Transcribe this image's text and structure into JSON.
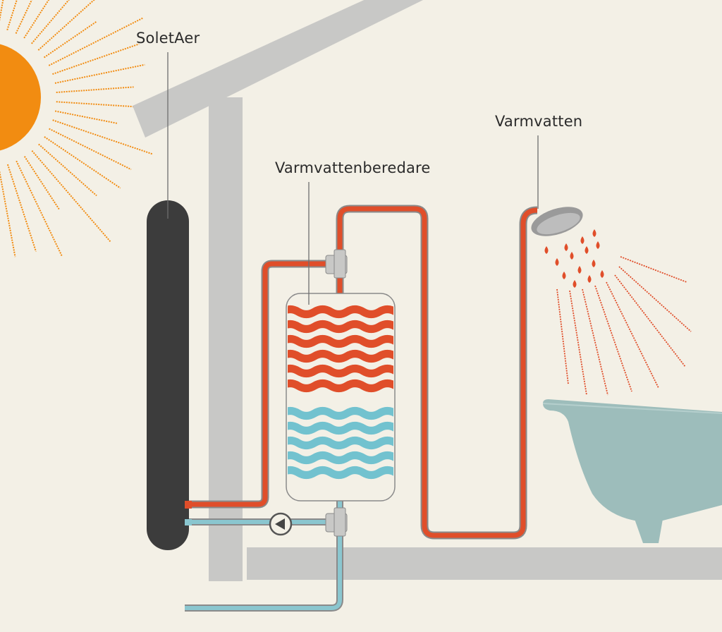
{
  "labels": {
    "collector": "SoletAer",
    "heater": "Varmvattenberedare",
    "hot_water": "Varmvatten"
  },
  "colors": {
    "background": "#f3f0e6",
    "sun": "#f28c11",
    "sun_rays": "#f28c11",
    "structure": "#c8c8c6",
    "collector": "#3c3c3c",
    "hot_pipe": "#e04e2a",
    "cold_pipe": "#8ac6cf",
    "pipe_outline": "#8a8a8a",
    "hot_wave": "#e04e2a",
    "cold_wave": "#72c2cf",
    "tank_outline": "#8a8a8a",
    "bathtub": "#9dbdbb",
    "shower_head": "#9a9a9a",
    "water_drops": "#e04e2a",
    "leader_line": "#6e6e6e"
  },
  "icons": {
    "sun": "sun-icon",
    "pump": "pump-icon",
    "shower": "shower-head-icon",
    "bathtub": "bathtub-icon"
  }
}
